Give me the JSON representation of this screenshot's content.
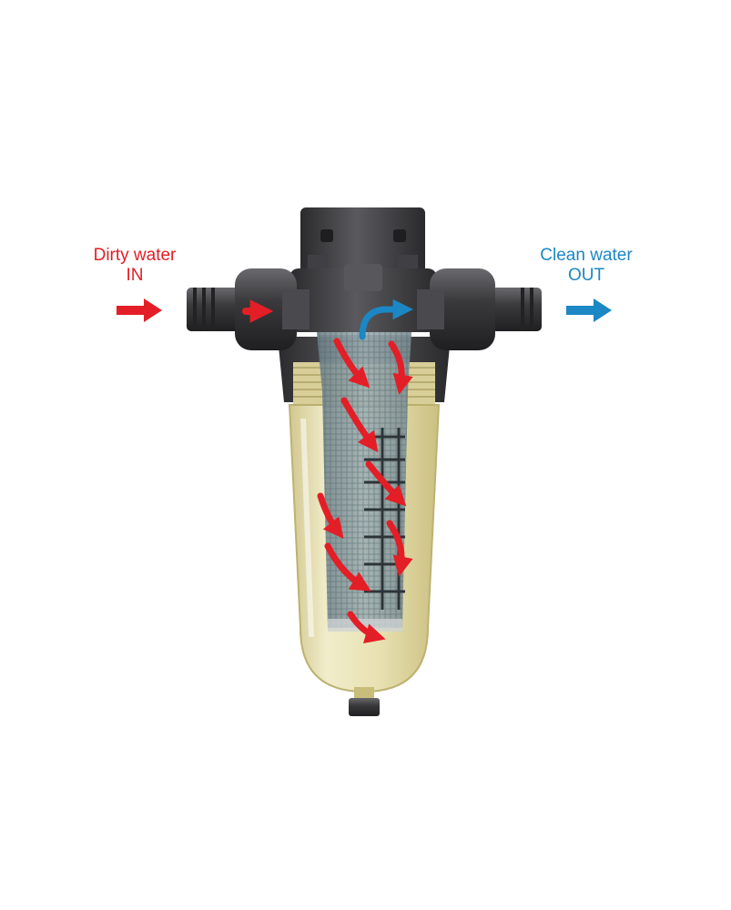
{
  "labels": {
    "inlet_line1": "Dirty water",
    "inlet_line2": "IN",
    "outlet_line1": "Clean water",
    "outlet_line2": "OUT"
  },
  "colors": {
    "dirty": "#e41e26",
    "clean": "#1b87c4",
    "body_dark": "#3a3a3c",
    "bowl": "#e4dca4"
  },
  "icons": {
    "inlet_arrow": "arrow-right-icon",
    "outlet_arrow": "arrow-right-icon"
  }
}
